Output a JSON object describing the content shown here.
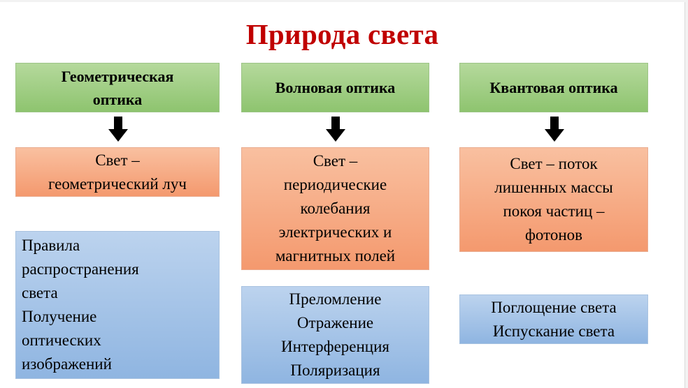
{
  "title": "Природа света",
  "columns": [
    {
      "header": [
        "Геометрическая",
        "оптика"
      ],
      "definition": [
        "Свет –",
        "геометрический луч"
      ],
      "phenomena": [
        "Правила",
        "распространения",
        "света",
        "Получение",
        "оптических",
        "изображений"
      ]
    },
    {
      "header": [
        "Волновая оптика"
      ],
      "definition": [
        "Свет –",
        "периодические",
        "колебания",
        "электрических и",
        "магнитных полей"
      ],
      "phenomena": [
        "Преломление",
        "Отражение",
        "Интерференция",
        "Поляризация"
      ]
    },
    {
      "header": [
        "Квантовая оптика"
      ],
      "definition": [
        "Свет – поток",
        "лишенных массы",
        "покоя частиц –",
        "фотонов"
      ],
      "phenomena": [
        "Поглощение света",
        "Испускание света"
      ]
    }
  ],
  "colors": {
    "title": "#c00000",
    "header_fill": "#a9d18e",
    "definition_fill": "#f8b08a",
    "phenomena_fill": "#a9c6ea",
    "arrow": "#000000"
  },
  "icons": {
    "connector": "arrow-down-icon"
  }
}
